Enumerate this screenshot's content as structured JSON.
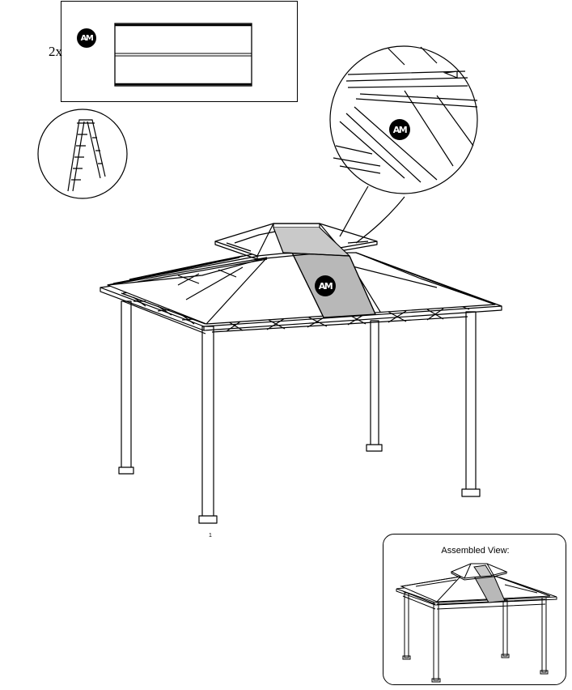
{
  "parts_box": {
    "quantity": "2x",
    "part_code": "AM"
  },
  "callouts": {
    "detail_code": "AM",
    "main_code": "AM"
  },
  "assembled_view": {
    "label": "Assembled View:"
  },
  "small_marker": "1"
}
